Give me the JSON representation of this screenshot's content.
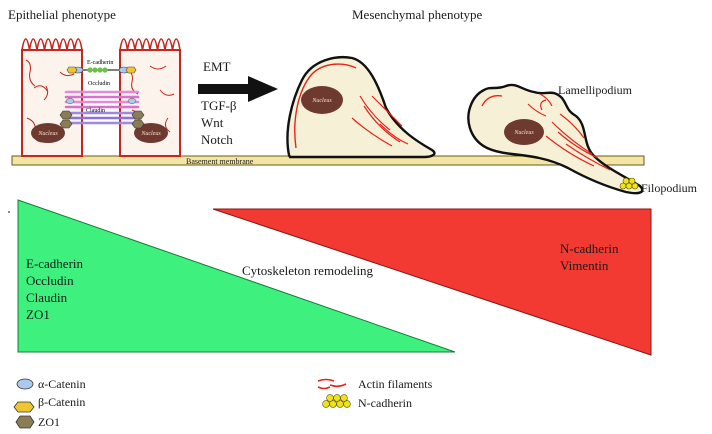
{
  "headers": {
    "epithelial": "Epithelial phenotype",
    "mesenchymal": "Mesenchymal phenotype"
  },
  "emt": {
    "arrow_label": "EMT",
    "signals": [
      "TGF-β",
      "Wnt",
      "Notch"
    ]
  },
  "cell_labels": {
    "ecadherin_junction": "E-cadherin",
    "occludin_junction": "Occludin",
    "claudin_junction": "Claudin",
    "nucleus": "Nucleus",
    "basement_membrane": "Basement membrane",
    "lamellipodium": "Lamellipodium",
    "filopodium": "Filopodium"
  },
  "gradients": {
    "epithelial_markers": [
      "E-cadherin",
      "Occludin",
      "Claudin",
      "ZO1"
    ],
    "center_label": "Cytoskeleton remodeling",
    "mesenchymal_markers": [
      "N-cadherin",
      "Vimentin"
    ],
    "colors": {
      "epithelial": "#3ef07d",
      "mesenchymal": "#f23a33"
    }
  },
  "legend": {
    "left": [
      {
        "label": "α-Catenin",
        "icon": "alpha-catenin-icon",
        "color": "#a9c9ef"
      },
      {
        "label": "β-Catenin",
        "icon": "beta-catenin-icon",
        "color": "#efc531"
      },
      {
        "label": "ZO1",
        "icon": "zo1-icon",
        "color": "#8a7d55"
      }
    ],
    "right": [
      {
        "label": "Actin filaments",
        "icon": "actin-filament-icon",
        "color": "#e8231b"
      },
      {
        "label": "N-cadherin",
        "icon": "n-cadherin-icon",
        "color": "#f0e21a"
      }
    ]
  },
  "colors": {
    "cell_fill": "#f6f1d6",
    "nucleus": "#6e3a30",
    "membrane_band": "#f3e6a4",
    "cell_border": "#c8261d"
  }
}
